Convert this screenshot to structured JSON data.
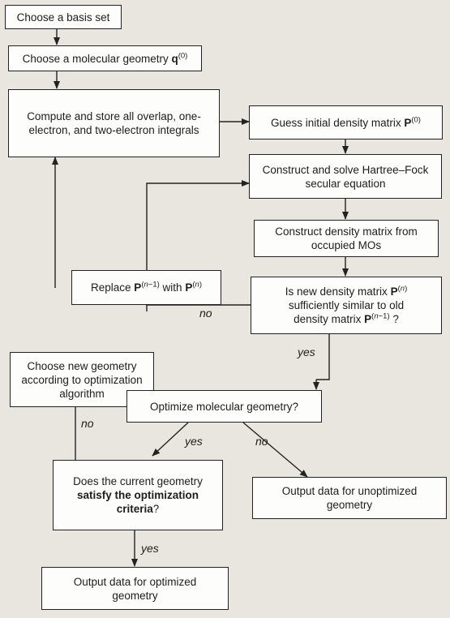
{
  "nodes": {
    "basis": {
      "text": "Choose a basis set"
    },
    "geometry": {
      "text": "Choose a molecular geometry",
      "sym": "q",
      "sup": "(0)"
    },
    "integrals": {
      "text": "Compute and store all overlap, one-electron, and two-electron integrals"
    },
    "guess": {
      "text": "Guess initial density matrix",
      "sym": "P",
      "sup": "(0)"
    },
    "solve": {
      "text": "Construct and solve Hartree–Fock secular equation"
    },
    "construct": {
      "text": "Construct density matrix from occupied MOs"
    },
    "replace": {
      "pre": "Replace",
      "sym1": "P",
      "sup1": "(n−1)",
      "mid": "with",
      "sym2": "P",
      "sup2": "(n)"
    },
    "similar": {
      "line1": "Is new density matrix",
      "sym1": "P",
      "sup1": "(n)",
      "line2": "sufficiently similar to old",
      "line3": "density matrix",
      "sym2": "P",
      "sup2": "(n−1)",
      "tail": "?"
    },
    "newgeom": {
      "text": "Choose new geometry according to optimization algorithm"
    },
    "optimize": {
      "text": "Optimize molecular geometry?"
    },
    "criteria": {
      "pre": "Does the current geometry",
      "bold": "satisfy the optimization criteria",
      "tail": "?"
    },
    "unopt": {
      "text": "Output data for unoptimized geometry"
    },
    "opt": {
      "text": "Output data for optimized geometry"
    }
  },
  "labels": {
    "no_similar": "no",
    "yes_similar": "yes",
    "yes_optimize": "yes",
    "no_optimize": "no",
    "no_criteria": "no",
    "yes_criteria": "yes"
  }
}
